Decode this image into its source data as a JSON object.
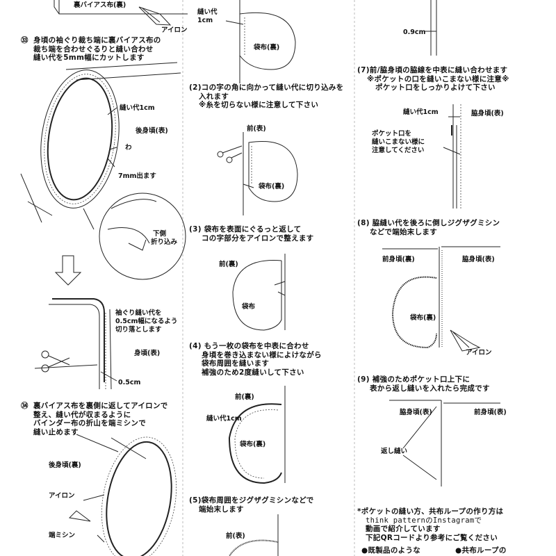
{
  "column1": {
    "top_label": "裏バイアス布(裏)",
    "iron_top": "アイロン",
    "step33": {
      "number": "㉝",
      "lines": [
        "身頃の袖ぐり裁ち端に裏バイアス布の",
        "裁ち端を合わせぐるりと縫い合わせ",
        "縫い代を5mm幅にカットします"
      ]
    },
    "seam_1cm": "縫い代1cm",
    "back_body_front": "後身頃(表)",
    "fold": "わ",
    "protrude_7mm": "7mm出ます",
    "fold_under": [
      "下側",
      "折り込み"
    ],
    "trim_note": [
      "袖ぐり縫い代を",
      "0.5cm幅になるよう",
      "切り落とします"
    ],
    "body_front": "身頃(表)",
    "measure_05": "0.5cm",
    "step34": {
      "number": "㉞",
      "lines": [
        "裏バイアス布を裏側に返してアイロンで",
        "整え、縫い代が収まるように",
        "バインダー布の折山を端ミシンで",
        "縫い止めます"
      ]
    },
    "back_body_back": "後身頃(裏)",
    "iron": "アイロン",
    "edge_stitch": "端ミシン"
  },
  "column2": {
    "seam_1cm": [
      "縫い代",
      "1cm"
    ],
    "pocket_back_1": "袋布(裏)",
    "step2": {
      "lines": [
        "(2)コの字の角に向かって縫い代に切り込みを",
        "入れます",
        "※糸を切らない様に注意して下さい"
      ]
    },
    "front_face_1": "前(表)",
    "pocket_back_2": "袋布(裏)",
    "step3": {
      "lines": [
        "(3) 袋布を表面にぐるっと返して",
        "コの字部分をアイロンで整えます"
      ]
    },
    "front_back_1": "前(裏)",
    "pocket": "袋布",
    "step4": {
      "lines": [
        "(4) もう一枚の袋布を中表に合わせ",
        "身頃を巻き込まない様によけながら",
        "袋布周囲を縫います",
        "補強のため2度縫いして下さい"
      ]
    },
    "front_back_2": "前(裏)",
    "seam_1cm_b": "縫い代1cm",
    "pocket_back_3": "袋布(裏)",
    "step5": {
      "lines": [
        "(5)袋布周囲をジグザグミシンなどで",
        "端始末します"
      ]
    },
    "front_face_2": "前(表)"
  },
  "column3": {
    "measure_09": "0.9cm",
    "step7": {
      "lines": [
        "(7)前/脇身頃の脇線を中表に縫い合わせます",
        "※ポケットの口を縫いこまない様に注意※",
        "ポケット口をしっかりよけて下さい"
      ]
    },
    "seam_1cm": "縫い代1cm",
    "side_body_front": "脇身頃(表)",
    "pocket_caution": [
      "ポケット口を",
      "縫いこまない様に",
      "注意してください"
    ],
    "step8": {
      "lines": [
        "(8) 脇縫い代を後ろに倒しジグザグミシン",
        "などで端始末します"
      ]
    },
    "front_body_back": "前身頃(裏)",
    "side_body_back": "脇身頃(表)",
    "pocket_back": "袋布(裏)",
    "iron": "アイロン",
    "step9": {
      "lines": [
        "(9) 補強のためポケット口上下に",
        "表から返し縫いを入れたら完成です"
      ]
    },
    "side_body_front_2": "脇身頃(表)",
    "front_body_front": "前身頃(表)",
    "backstitch": "返し縫い",
    "note": {
      "lines": [
        "*ポケットの縫い方、共布ループの作り方は",
        "think patternのInstagramで",
        "動画で紹介しています",
        "下記QRコードより参考にご覧ください"
      ]
    },
    "bullet_left": "●既製品のような",
    "bullet_right": "●共布ループの"
  }
}
